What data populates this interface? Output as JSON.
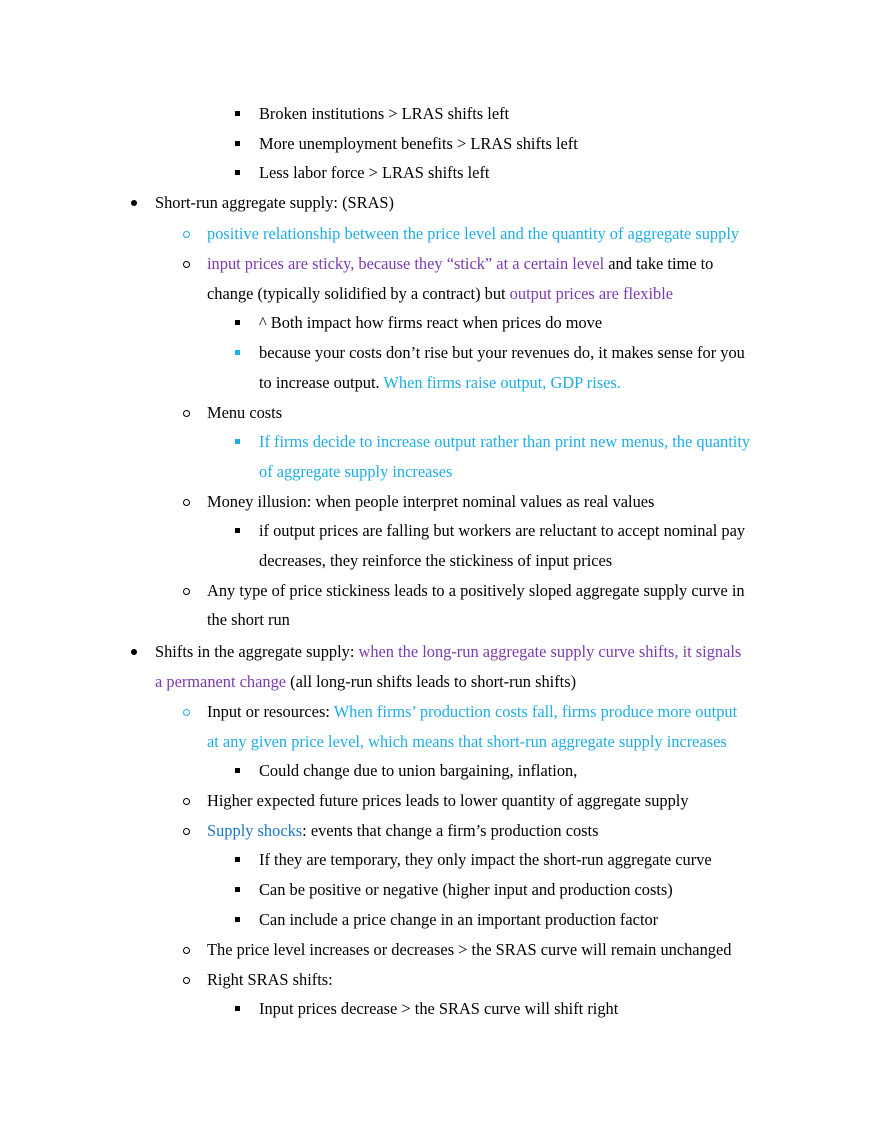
{
  "colors": {
    "text": "#000000",
    "cyan": "#1EADE4",
    "purple": "#7D3AAE",
    "blue": "#1A74C5"
  },
  "lines": {
    "l1": "Broken institutions > LRAS shifts left",
    "l2": "More unemployment benefits > LRAS shifts left",
    "l3": "Less labor force > LRAS shifts left",
    "l4": "Short-run aggregate supply: (SRAS)",
    "l5": "positive relationship between the price level and the quantity of aggregate supply",
    "l6a": "input prices are sticky, because they “stick” at a certain level",
    "l6b": " and take time to",
    "l7a": "change (typically solidified by a contract) but ",
    "l7b": "output prices are flexible",
    "l8": "^ Both impact how firms react when prices do move",
    "l9": "because your costs don’t rise but your revenues do, it makes sense for you",
    "l10a": "to increase output. ",
    "l10b": "When firms raise output, GDP rises.",
    "l11": "Menu costs",
    "l12": "If firms decide to increase output rather than print new menus, the quantity",
    "l13": "of aggregate supply increases",
    "l14": "Money illusion: when people interpret nominal values as real values",
    "l15": "if output prices are falling but workers are reluctant to accept nominal pay",
    "l16": "decreases, they reinforce the stickiness of input prices",
    "l17": "Any type of price stickiness leads to a positively sloped aggregate supply curve in",
    "l18": "the short run",
    "l19a": "Shifts in the aggregate supply: ",
    "l19b": "when the long-run aggregate supply curve shifts, it signals",
    "l20a": "a permanent change",
    "l20b": " (all long-run shifts leads to short-run shifts)",
    "l21a": "Input or resources: ",
    "l21b": "When firms’ production costs fall, firms produce more output",
    "l22": "at any given price level, which means that short-run aggregate supply increases",
    "l23": "Could change due to union bargaining, inflation,",
    "l24": "Higher expected future prices leads to lower quantity of aggregate supply",
    "l25a": "Supply shocks",
    "l25b": ": events that change a firm’s production costs",
    "l26": "If they are temporary, they only impact the short-run aggregate curve",
    "l27": "Can be positive or negative (higher input and production costs)",
    "l28": "Can include a price change in an important production factor",
    "l29": "The price level increases or decreases > the SRAS curve will remain unchanged",
    "l30": "Right SRAS shifts:",
    "l31": "Input prices decrease > the SRAS curve will shift right"
  }
}
